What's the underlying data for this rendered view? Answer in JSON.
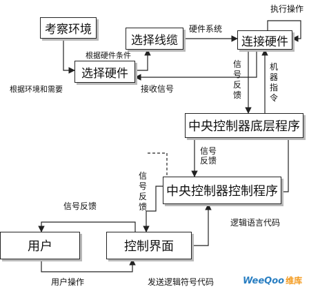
{
  "boxes": {
    "kaocha_huanjing": "考察环境",
    "xuanze_xianlan": "选择线缆",
    "lianjie_yingjian": "连接硬件",
    "xuanze_yingjian": "选择硬件",
    "zhongyang_diceng": "中央控制器底层程序",
    "zhongyang_kongzhi": "中央控制器控制程序",
    "yonghu": "用户",
    "kongzhi_jiemian": "控制界面"
  },
  "labels": {
    "zhixing_caozuo": "执行操作",
    "yingjian_xitong": "硬件系统",
    "genju_yingjian_tiaojian": "根据硬件条件",
    "genju_huanjing_xuyao": "根据环境和需要",
    "jieshou_xinhao": "接收信号",
    "xinhao_fankui_v1": "信号反馈",
    "jiqi_zhiling_v": "机器指令",
    "xinhao_fankui_2": "信号反馈",
    "xinhao_fankui_v3": "信号反馈",
    "xinhao_fankui_user": "信号反馈",
    "luoji_yuyan_daima": "逻辑语言代码",
    "yonghu_caozuo": "用户操作",
    "fasong_luoji_fuhao": "发送逻辑符号代码"
  },
  "watermark": {
    "brand": "WeeQoo",
    "suffix": "维库"
  },
  "colors": {
    "line": "#222222",
    "shadow": "#b9b9b9",
    "watermark_blue": "#2a7fc2",
    "watermark_orange": "#f39a1e"
  }
}
